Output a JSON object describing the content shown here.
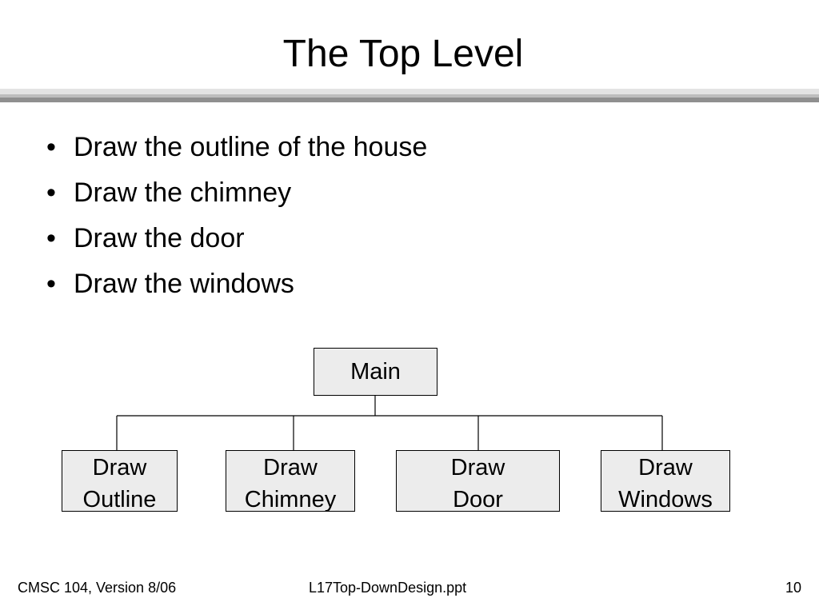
{
  "slide": {
    "title": "The Top Level",
    "bullets": [
      "Draw the outline of the house",
      "Draw the chimney",
      "Draw the door",
      "Draw the windows"
    ],
    "bullet_glyph": "•"
  },
  "diagram": {
    "root": {
      "label": "Main"
    },
    "children": [
      {
        "line1": "Draw",
        "line2": "Outline"
      },
      {
        "line1": "Draw",
        "line2": "Chimney"
      },
      {
        "line1": "Draw",
        "line2": "Door"
      },
      {
        "line1": "Draw",
        "line2": "Windows"
      }
    ],
    "box_fill": "#ececec",
    "line_color": "#000000"
  },
  "footer": {
    "left": "CMSC 104, Version 8/06",
    "center": "L17Top-DownDesign.ppt",
    "page": "10"
  }
}
